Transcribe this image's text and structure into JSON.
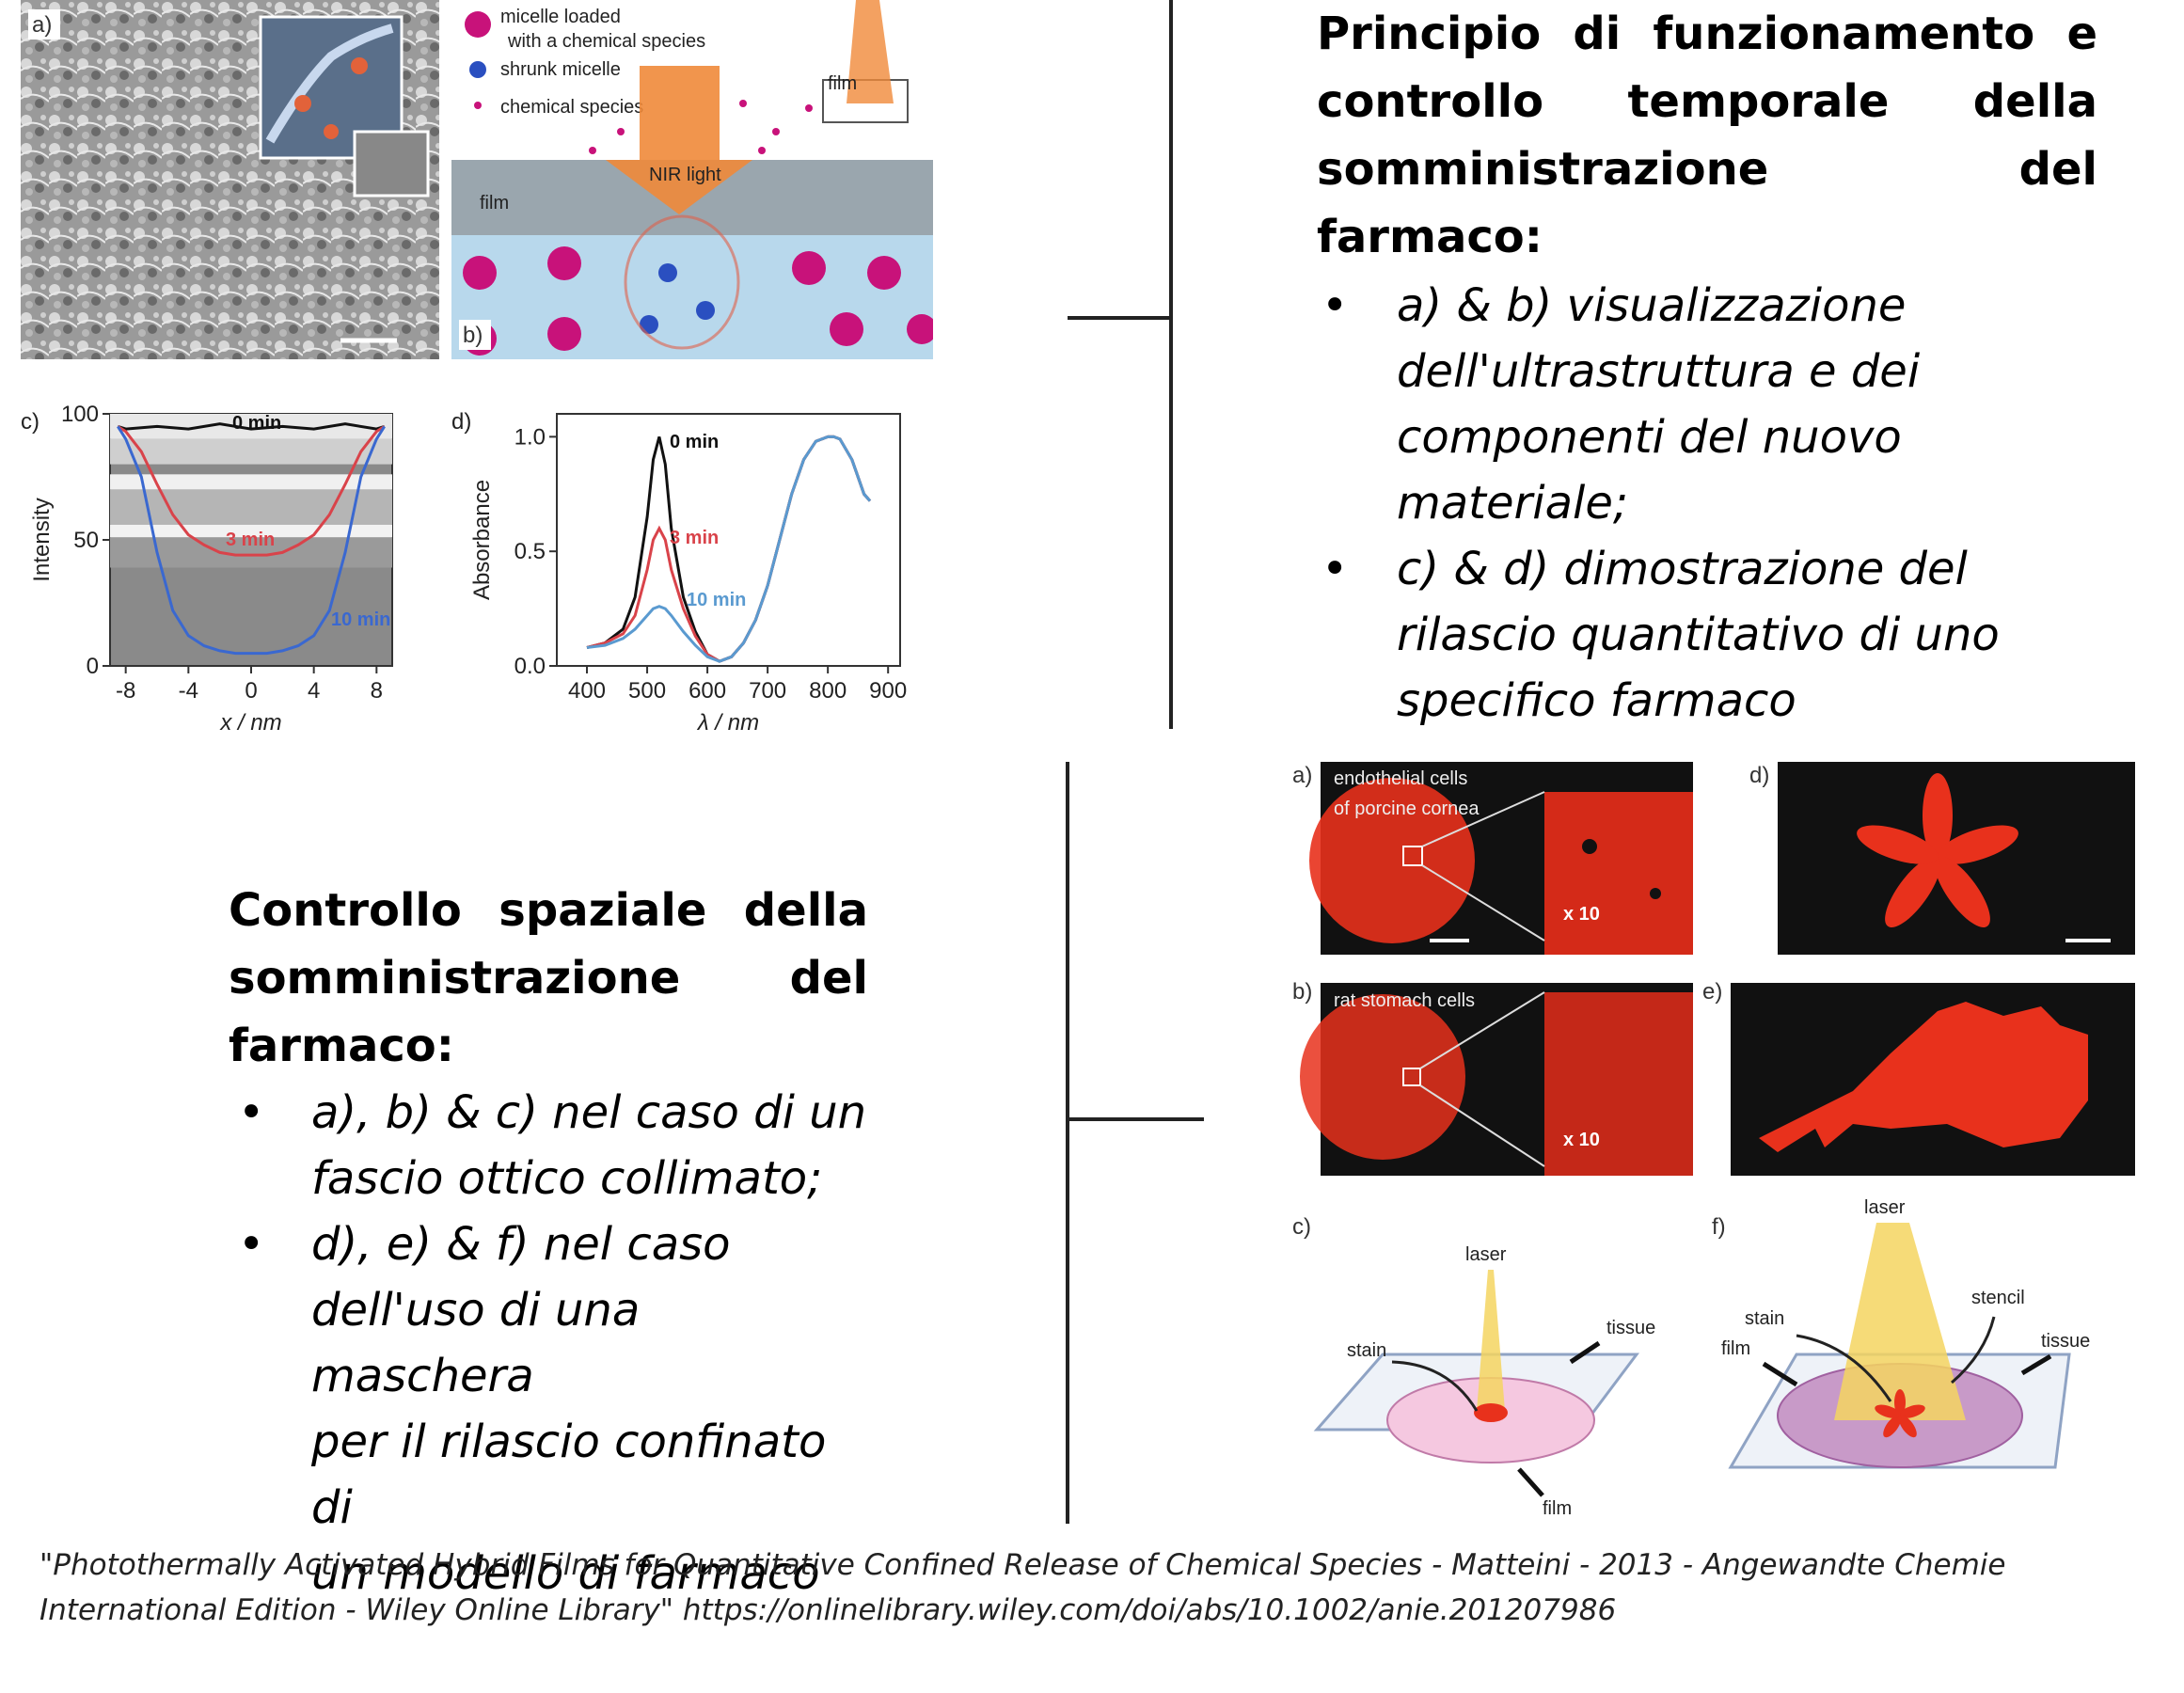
{
  "top_right": {
    "heading_lines": [
      "Principio di funzionamento e",
      "controllo temporale della",
      "somministrazione del farmaco:"
    ],
    "bullets": [
      {
        "lines": [
          "a) & b) visualizzazione",
          "dell'ultrastruttura e dei",
          "componenti del nuovo",
          "materiale;"
        ]
      },
      {
        "lines": [
          "c) & d) dimostrazione del",
          "rilascio quantitativo di uno",
          "specifico farmaco"
        ]
      }
    ],
    "bullet_glyph": "•"
  },
  "bottom_left": {
    "heading_lines": [
      "Controllo spaziale della",
      "somministrazione del",
      "farmaco:"
    ],
    "bullets": [
      {
        "lines": [
          "a), b) & c) nel caso di un",
          "fascio ottico collimato;"
        ]
      },
      {
        "lines": [
          "d), e) & f) nel caso",
          "dell'uso di una maschera",
          "per il rilascio confinato di",
          "un modello di farmaco"
        ]
      }
    ]
  },
  "caption": {
    "line1": "\"Photothermally Activated Hybrid Films for Quantitative Confined Release of Chemical Species - Matteini - 2013 - Angewandte Chemie",
    "line2": "International Edition - Wiley Online Library\" https://onlinelibrary.wiley.com/doi/abs/10.1002/anie.201207986"
  },
  "fig_top": {
    "a_label": "a)",
    "b_label": "b)",
    "legend": [
      "micelle loaded",
      "with a chemical species",
      "shrunk micelle",
      "chemical species"
    ],
    "film_label": "film",
    "film_label_top": "film",
    "nir_label": "NIR light",
    "colors": {
      "micelle": "#c8127a",
      "shrunk": "#2a4fc0",
      "arrow": "#f08a3a"
    }
  },
  "fig_bottom": {
    "a_label": "a)",
    "b_label": "b)",
    "c_label": "c)",
    "d_label": "d)",
    "e_label": "e)",
    "f_label": "f)",
    "a_text1": "endothelial cells",
    "a_text2": "of porcine cornea",
    "b_text": "rat stomach cells",
    "zoom": "x 10",
    "c_labels": {
      "laser": "laser",
      "stain": "stain",
      "tissue": "tissue",
      "film": "film"
    },
    "f_labels": {
      "laser": "laser",
      "stain": "stain",
      "film": "film",
      "stencil": "stencil",
      "tissue": "tissue"
    },
    "colors": {
      "red": "#e8311c",
      "dark": "#111111"
    }
  },
  "chart_data": [
    {
      "type": "line",
      "panel_label": "c)",
      "xlabel": "x / nm",
      "ylabel": "Intensity",
      "xlim": [
        -9,
        9
      ],
      "ylim": [
        0,
        100
      ],
      "xticks": [
        -8,
        -4,
        0,
        4,
        8
      ],
      "yticks": [
        0,
        50,
        100
      ],
      "series": [
        {
          "name": "0 min",
          "color": "#111111",
          "x": [
            -8.5,
            -8,
            -6,
            -4,
            -2,
            0,
            2,
            4,
            6,
            8,
            8.5
          ],
          "y": [
            95,
            94,
            95,
            94,
            96,
            94,
            95,
            94,
            96,
            94,
            95
          ]
        },
        {
          "name": "3 min",
          "color": "#d9434a",
          "x": [
            -8.5,
            -8,
            -7,
            -6,
            -5,
            -4,
            -3,
            -2,
            -1,
            0,
            1,
            2,
            3,
            4,
            5,
            6,
            7,
            8,
            8.5
          ],
          "y": [
            95,
            93,
            85,
            72,
            60,
            52,
            48,
            45,
            44,
            44,
            44,
            45,
            48,
            52,
            60,
            72,
            85,
            93,
            95
          ]
        },
        {
          "name": "10 min",
          "color": "#3a68d0",
          "x": [
            -8.5,
            -8,
            -7,
            -6,
            -5,
            -4,
            -3,
            -2,
            -1,
            0,
            1,
            2,
            3,
            4,
            5,
            6,
            7,
            8,
            8.5
          ],
          "y": [
            95,
            90,
            75,
            45,
            22,
            12,
            8,
            6,
            5,
            5,
            5,
            6,
            8,
            12,
            22,
            45,
            75,
            90,
            95
          ]
        }
      ],
      "series_labels": [
        "0 min",
        "3 min",
        "10 min"
      ]
    },
    {
      "type": "line",
      "panel_label": "d)",
      "xlabel": "λ / nm",
      "ylabel": "Absorbance",
      "xlim": [
        350,
        920
      ],
      "ylim": [
        0,
        1.1
      ],
      "xticks": [
        400,
        500,
        600,
        700,
        800,
        900
      ],
      "yticks": [
        0.0,
        0.5,
        1.0
      ],
      "ytick_labels": [
        "0.0",
        "0.5",
        "1.0"
      ],
      "series": [
        {
          "name": "0 min",
          "color": "#111111",
          "x": [
            400,
            430,
            460,
            480,
            500,
            510,
            520,
            530,
            540,
            560,
            580,
            600,
            620,
            640,
            660,
            680,
            700,
            720,
            740,
            760,
            780,
            800,
            810,
            820,
            840,
            860,
            870
          ],
          "y": [
            0.08,
            0.1,
            0.16,
            0.3,
            0.65,
            0.9,
            1.0,
            0.88,
            0.6,
            0.3,
            0.15,
            0.05,
            0.02,
            0.04,
            0.1,
            0.2,
            0.35,
            0.55,
            0.75,
            0.9,
            0.98,
            1.0,
            1.0,
            0.99,
            0.9,
            0.75,
            0.72
          ]
        },
        {
          "name": "3 min",
          "color": "#d9434a",
          "x": [
            400,
            430,
            460,
            480,
            500,
            510,
            520,
            530,
            540,
            560,
            580,
            600,
            620,
            640,
            660,
            680,
            700,
            720,
            740,
            760,
            780,
            800,
            810,
            820,
            840,
            860,
            870
          ],
          "y": [
            0.08,
            0.1,
            0.14,
            0.22,
            0.42,
            0.55,
            0.6,
            0.55,
            0.42,
            0.25,
            0.13,
            0.05,
            0.02,
            0.04,
            0.1,
            0.2,
            0.35,
            0.55,
            0.75,
            0.9,
            0.98,
            1.0,
            1.0,
            0.99,
            0.9,
            0.75,
            0.72
          ]
        },
        {
          "name": "10 min",
          "color": "#5a9ad0",
          "x": [
            400,
            430,
            460,
            480,
            500,
            510,
            520,
            530,
            540,
            560,
            580,
            600,
            620,
            640,
            660,
            680,
            700,
            720,
            740,
            760,
            780,
            800,
            810,
            820,
            840,
            860,
            870
          ],
          "y": [
            0.08,
            0.09,
            0.12,
            0.16,
            0.22,
            0.25,
            0.26,
            0.25,
            0.22,
            0.15,
            0.09,
            0.04,
            0.02,
            0.04,
            0.1,
            0.2,
            0.35,
            0.55,
            0.75,
            0.9,
            0.98,
            1.0,
            1.0,
            0.99,
            0.9,
            0.75,
            0.72
          ]
        }
      ],
      "series_labels": [
        "0 min",
        "3 min",
        "10 min"
      ]
    }
  ]
}
